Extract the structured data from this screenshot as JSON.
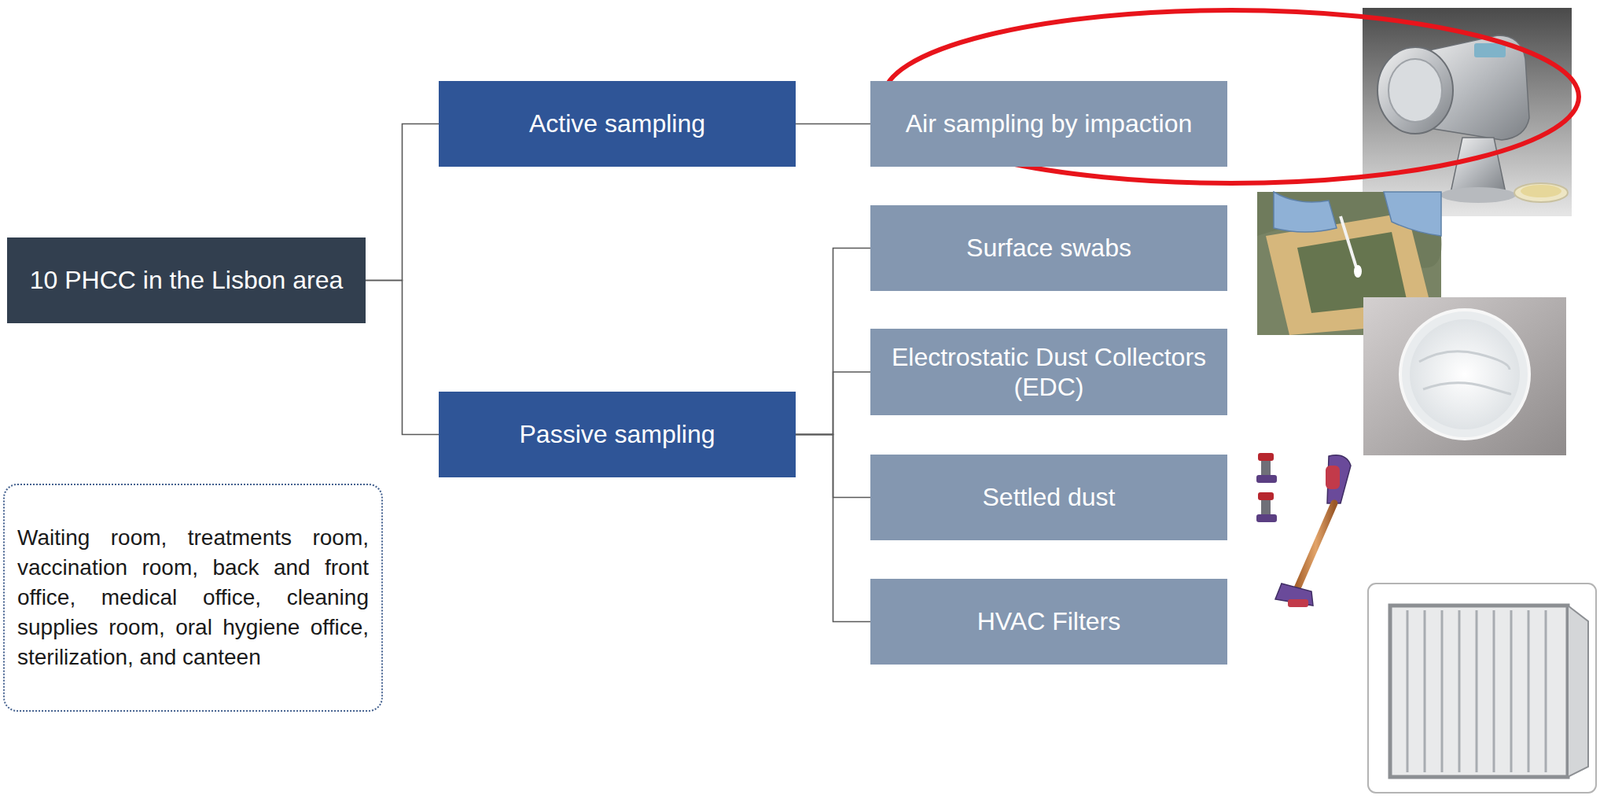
{
  "diagram": {
    "nodes": [
      {
        "text": [
          "10 PHCC in the Lisbon area"
        ]
      },
      {
        "text": [
          "Active sampling"
        ]
      },
      {
        "text": [
          "Passive sampling"
        ]
      },
      {
        "text": [
          "Air sampling by impaction"
        ]
      },
      {
        "text": [
          "Surface swabs"
        ]
      },
      {
        "text": [
          "Electrostatic Dust Collectors (EDC)"
        ]
      },
      {
        "text": [
          "Settled dust"
        ]
      },
      {
        "text": [
          "HVAC Filters"
        ]
      },
      {
        "text": [
          "Waiting room, treatments room, vaccination room, back and front office, medical office, cleaning supplies room, oral hygiene office, sterilization, and canteen"
        ]
      }
    ],
    "edges": [
      {
        "from": 0,
        "to": 1,
        "arrow": "none"
      },
      {
        "from": 0,
        "to": 2,
        "arrow": "none"
      },
      {
        "from": 1,
        "to": 3,
        "arrow": "none"
      },
      {
        "from": 2,
        "to": 4,
        "arrow": "none"
      },
      {
        "from": 2,
        "to": 5,
        "arrow": "none"
      },
      {
        "from": 2,
        "to": 6,
        "arrow": "none"
      },
      {
        "from": 2,
        "to": 7,
        "arrow": "none"
      }
    ]
  }
}
